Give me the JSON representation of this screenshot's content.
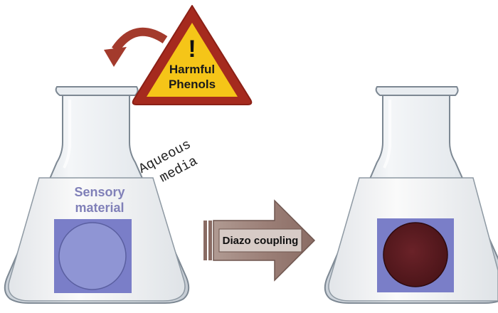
{
  "warning": {
    "symbol": "!",
    "line1": "Harmful",
    "line2": "Phenols",
    "fill_color": "#f5c518",
    "border_color": "#a52a1e"
  },
  "left_flask": {
    "label_line1": "Sensory",
    "label_line2": "material",
    "disc_state": "uncolored"
  },
  "media_label": {
    "line1": "Aqueous",
    "line2": "media"
  },
  "process_arrow": {
    "label": "Diazo coupling",
    "color": "#9c8078"
  },
  "right_flask": {
    "disc_state": "colored"
  },
  "colors": {
    "glass": "#dde3ea",
    "liquid": "#f2f2f2",
    "sensor_square": "#7a7ec8",
    "disc_before": "#8f95d4",
    "disc_after": "#5a1a20",
    "curved_arrow": "#a33a2c"
  },
  "icons": [
    "warning-triangle-icon",
    "curved-arrow-icon",
    "flask-icon",
    "block-arrow-icon"
  ]
}
